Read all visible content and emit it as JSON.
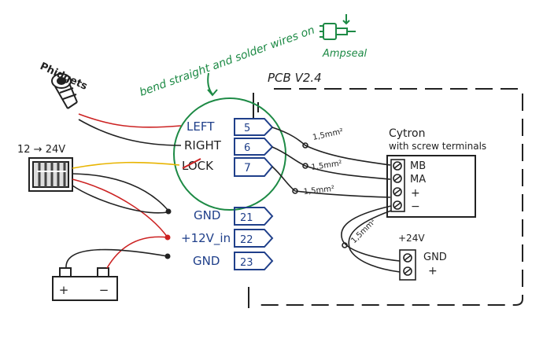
{
  "labels": {
    "phidgets": "Phidgets",
    "supply_range": "12 → 24V",
    "note": "bend straight and solder wires on",
    "ampseal": "Ampseal",
    "pcb": "PCB V2.4",
    "cytron": "Cytron",
    "cytron_sub": "with screw terminals",
    "supply_24v": "+24V"
  },
  "signals": [
    {
      "name": "LEFT",
      "pin": "5"
    },
    {
      "name": "RIGHT",
      "pin": "6"
    },
    {
      "name": "LOCK",
      "pin": "7"
    },
    {
      "name": "GND",
      "pin": "21"
    },
    {
      "name": "+12V_in",
      "pin": "22"
    },
    {
      "name": "GND",
      "pin": "23"
    }
  ],
  "cables": [
    "1,5mm²",
    "1,5mm²",
    "1,5mm²",
    "1,5mm²"
  ],
  "cytron_terminals": [
    "MB",
    "MA",
    "+",
    "−"
  ],
  "supply_terminals": [
    "GND",
    "+"
  ],
  "battery": {
    "plus": "+",
    "minus": "−"
  },
  "colors": {
    "ink": "#222222",
    "red": "#cc2222",
    "yellow": "#e8b400",
    "blue": "#1f3f8a",
    "green": "#1d8a45"
  }
}
